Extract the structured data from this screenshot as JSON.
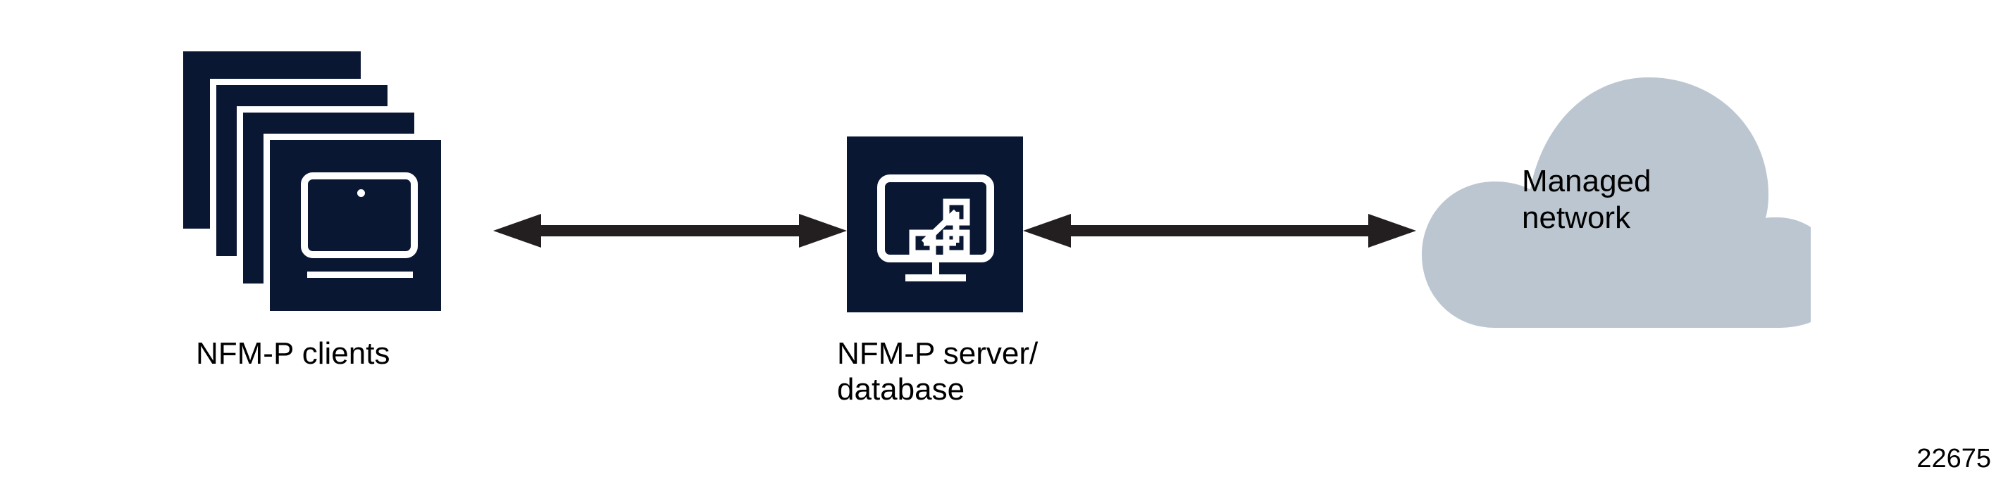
{
  "figure": {
    "number": "22675",
    "background_color": "#ffffff",
    "node_color": "#0a1733",
    "cloud_color": "#bcc6d0",
    "arrow_color": "#231f20",
    "text_color": "#000000"
  },
  "nodes": {
    "clients": {
      "label": "NFM-P clients",
      "icon": "laptop-stack-icon",
      "count": 4
    },
    "server": {
      "label": "NFM-P server/\ndatabase",
      "icon": "monitor-topology-icon"
    },
    "cloud": {
      "label": "Managed\nnetwork",
      "icon": "cloud-icon"
    }
  },
  "connections": [
    {
      "name": "clients-to-server",
      "from": "clients",
      "to": "server",
      "style": "double-headed-arrow"
    },
    {
      "name": "server-to-cloud",
      "from": "server",
      "to": "cloud",
      "style": "double-headed-arrow"
    }
  ]
}
